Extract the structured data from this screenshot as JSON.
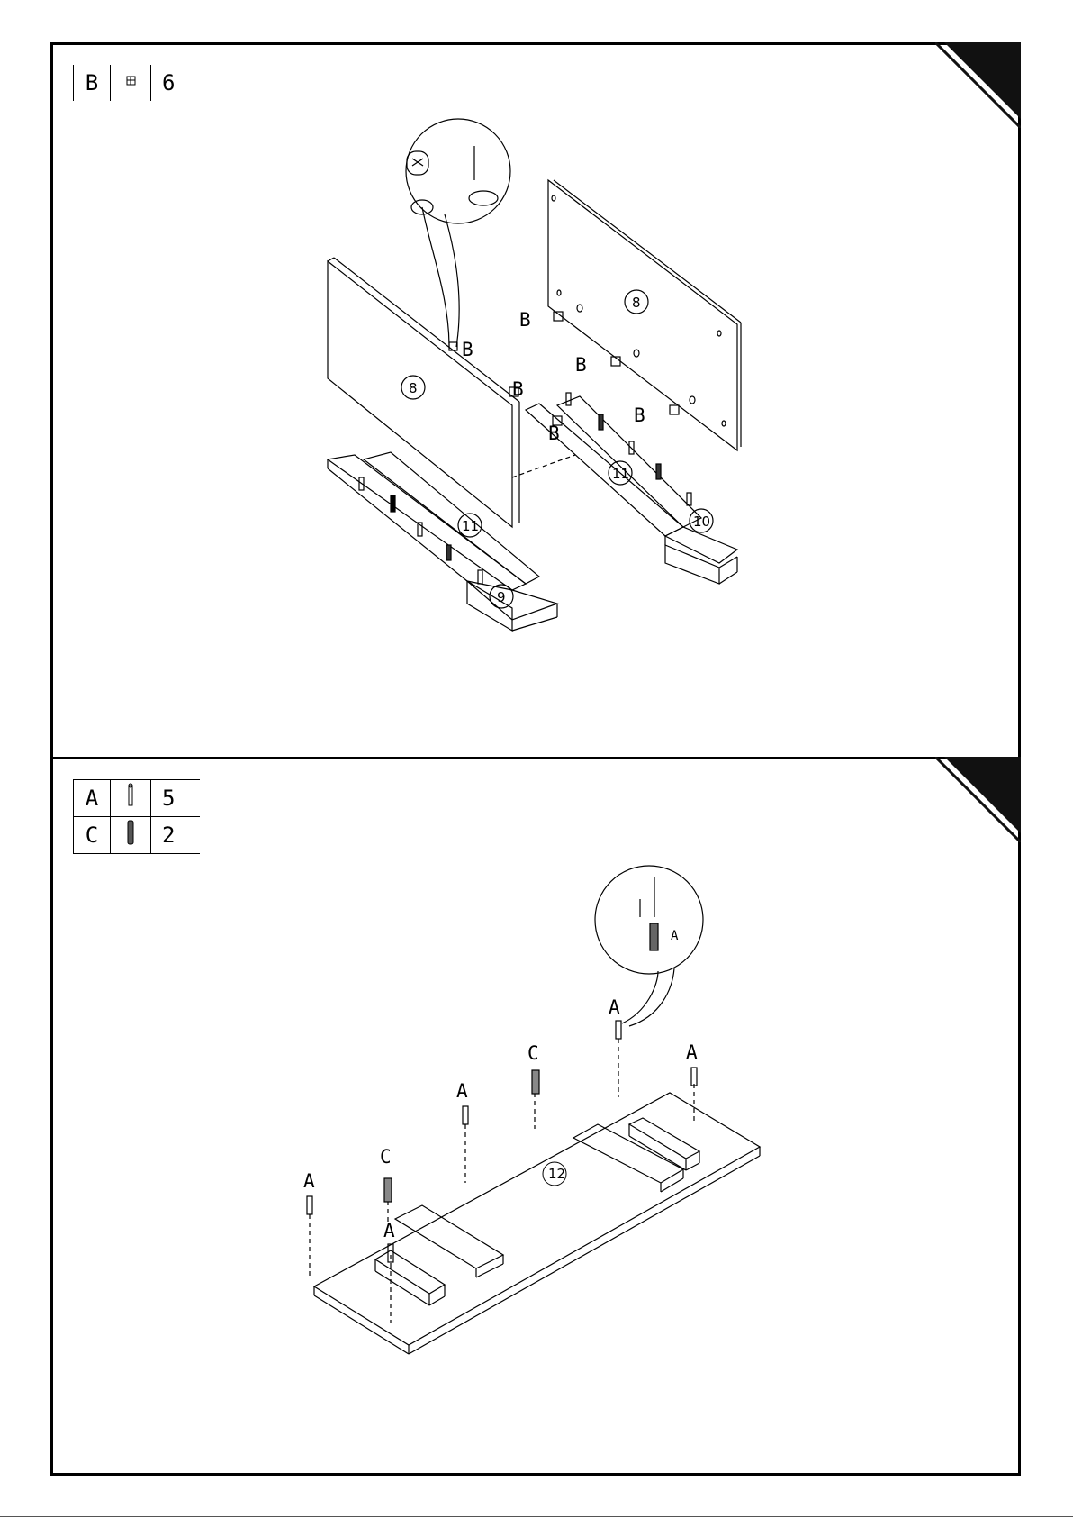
{
  "step1": {
    "parts": [
      {
        "code": "B",
        "icon": "cam-lock-icon",
        "qty": "6"
      }
    ],
    "labels": {
      "cam": "B"
    },
    "panel_numbers": {
      "side_left": "8",
      "side_right": "8",
      "rail_left": "11",
      "rail_right": "11",
      "base_left": "9",
      "base_right": "10"
    }
  },
  "step2": {
    "parts": [
      {
        "code": "A",
        "icon": "cam-bolt-icon",
        "qty": "5"
      },
      {
        "code": "C",
        "icon": "wooden-dowel-icon",
        "qty": "2"
      }
    ],
    "labels": {
      "bolt": "A",
      "dowel": "C"
    },
    "panel_numbers": {
      "bottom": "12"
    }
  }
}
